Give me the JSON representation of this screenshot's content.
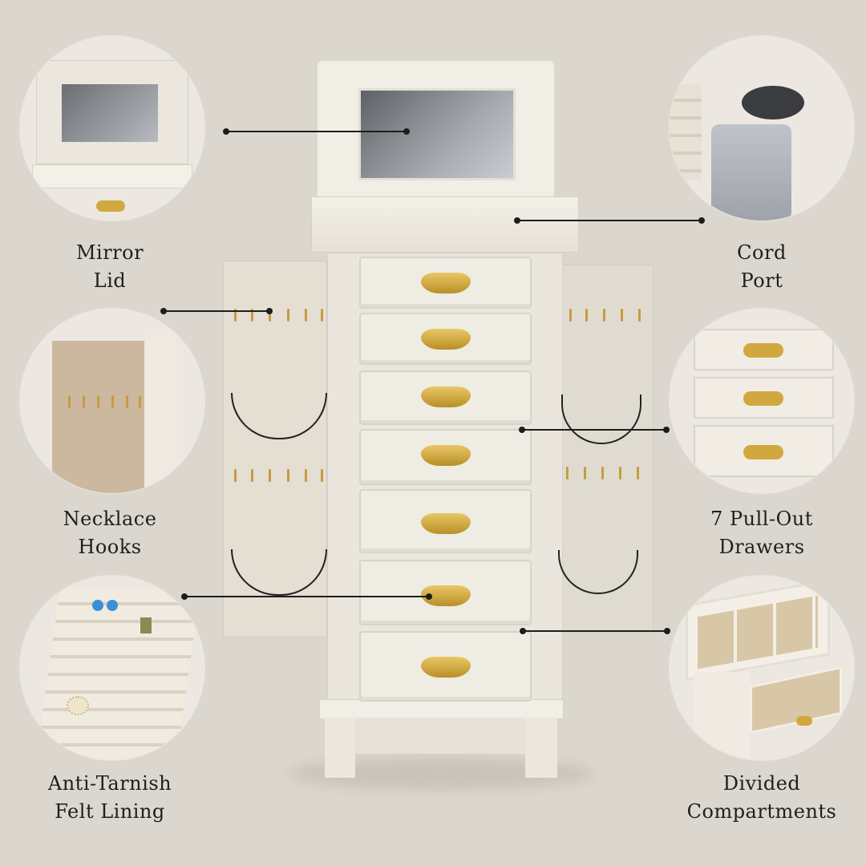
{
  "features": {
    "mirror_lid": {
      "line1": "Mirror",
      "line2": "Lid"
    },
    "cord_port": {
      "line1": "Cord",
      "line2": "Port"
    },
    "necklace_hooks": {
      "line1": "Necklace",
      "line2": "Hooks"
    },
    "drawers": {
      "line1": "7 Pull-Out",
      "line2": "Drawers"
    },
    "felt_lining": {
      "line1": "Anti-Tarnish",
      "line2": "Felt Lining"
    },
    "compartments": {
      "line1": "Divided",
      "line2": "Compartments"
    }
  },
  "colors": {
    "background": "#dcd7ce",
    "cabinet": "#efece4",
    "brass": "#d1a83f",
    "text": "#1e1e1e"
  }
}
